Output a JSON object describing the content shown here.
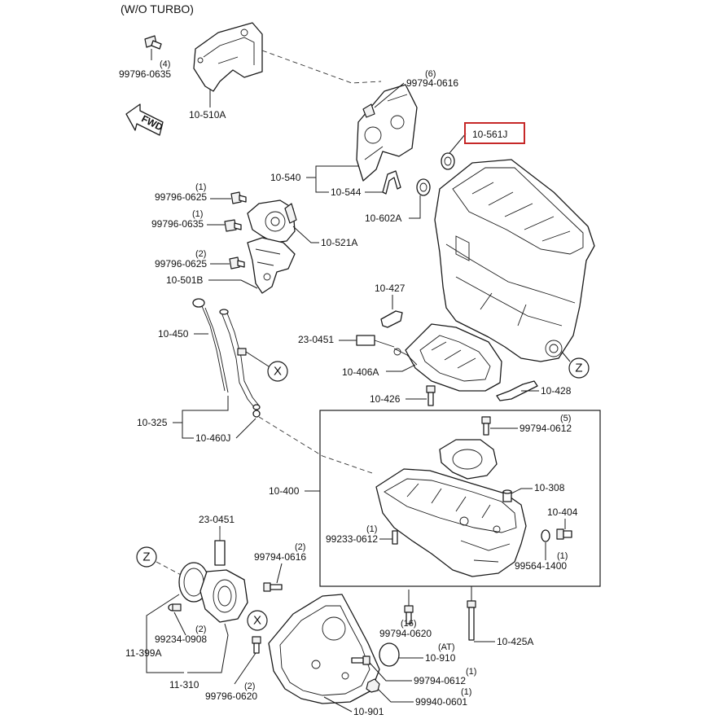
{
  "title": "(W/O TURBO)",
  "highlight_color": "#c62828",
  "fwd_label": "FWD",
  "labels": {
    "p10_510A": "10-510A",
    "p99796_0635a": "99796-0635",
    "q4": "(4)",
    "p99794_0616a": "99794-0616",
    "q6": "(6)",
    "p10_561J": "10-561J",
    "p10_540": "10-540",
    "p10_544": "10-544",
    "p10_602A": "10-602A",
    "p99796_0625a": "99796-0625",
    "q1a": "(1)",
    "p99796_0635b": "99796-0635",
    "q1b": "(1)",
    "p10_521A": "10-521A",
    "p99796_0625b": "99796-0625",
    "q2a": "(2)",
    "p10_501B": "10-501B",
    "p10_427": "10-427",
    "p10_450": "10-450",
    "p23_0451a": "23-0451",
    "p10_406A": "10-406A",
    "p10_428": "10-428",
    "p10_426": "10-426",
    "p10_325": "10-325",
    "p10_460J": "10-460J",
    "p99794_0612a": "99794-0612",
    "q5": "(5)",
    "p10_400": "10-400",
    "p10_308": "10-308",
    "p10_404": "10-404",
    "p99233_0612": "99233-0612",
    "q1c": "(1)",
    "p99564_1400": "99564-1400",
    "q1d": "(1)",
    "p23_0451b": "23-0451",
    "p99794_0616b": "99794-0616",
    "q2b": "(2)",
    "p99794_0620": "99794-0620",
    "q16": "(16)",
    "p99234_0908": "99234-0908",
    "q2c": "(2)",
    "p11_399A": "11-399A",
    "p10_425A": "10-425A",
    "p10_910": "10-910",
    "at": "(AT)",
    "p99794_0612b": "99794-0612",
    "q1e": "(1)",
    "p11_310": "11-310",
    "p99796_0620": "99796-0620",
    "q2d": "(2)",
    "p99940_0601": "99940-0601",
    "q1f": "(1)",
    "p10_901": "10-901"
  },
  "callouts": {
    "x1": "X",
    "x2": "X",
    "z1": "Z",
    "z2": "Z"
  }
}
